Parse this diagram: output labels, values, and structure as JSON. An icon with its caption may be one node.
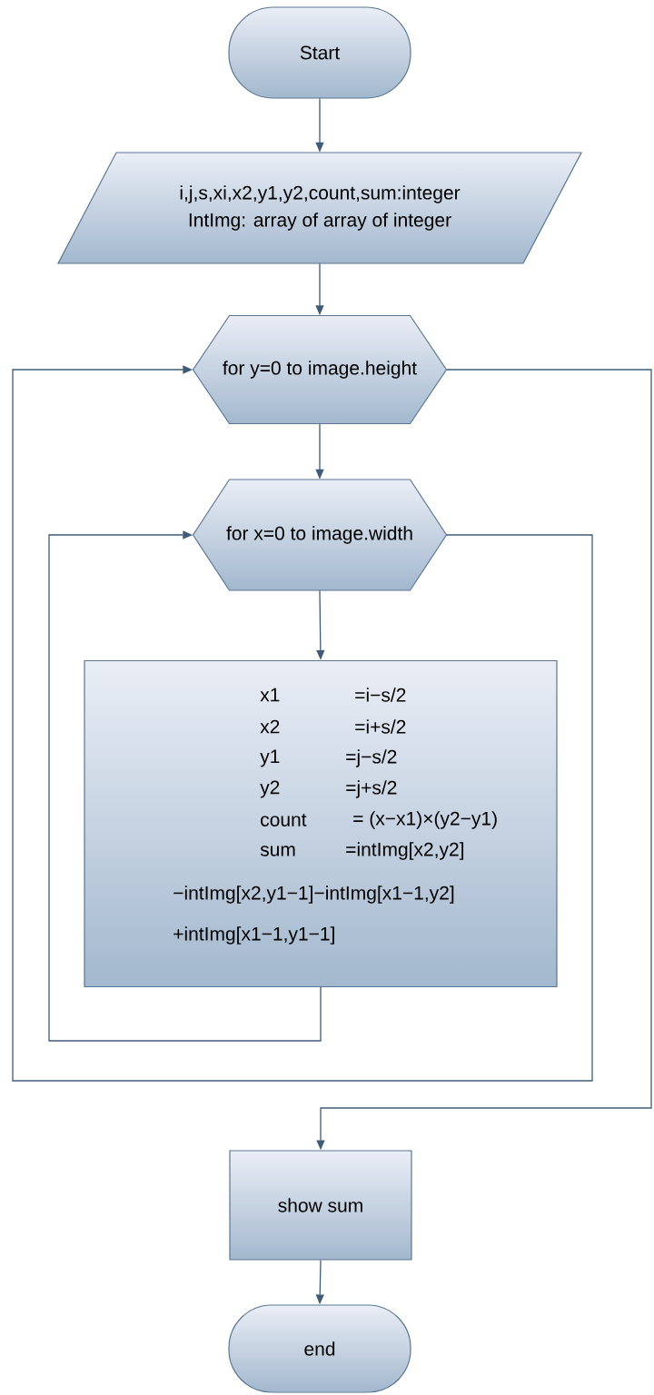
{
  "diagram": {
    "nodes": [
      {
        "text": [
          "Start"
        ]
      },
      {
        "text": [
          "i,j,s,xi,x2,y1,y2,count,sum:integer",
          "IntImg: array of array of integer"
        ]
      },
      {
        "text": [
          "for y=0 to image.height"
        ]
      },
      {
        "text": [
          "for x=0 to image.width"
        ]
      },
      {
        "text": [
          "x1",
          "=i−s/2",
          "x2",
          "=i+s/2",
          "y1",
          "=j−s/2",
          "y2",
          "=j+s/2",
          "count",
          "= (x−x1)×(y2−y1)",
          "sum",
          "=intImg[x2,y2]",
          "−intImg[x2,y1−1]−intImg[x1−1,y2]",
          "+intImg[x1−1,y1−1]"
        ]
      },
      {
        "text": [
          "show sum"
        ]
      },
      {
        "text": [
          "end"
        ]
      }
    ],
    "edges": [
      {
        "from": 0,
        "to": 1,
        "arrow": "to"
      },
      {
        "from": 1,
        "to": 2,
        "arrow": "to"
      },
      {
        "from": 2,
        "to": 3,
        "arrow": "to"
      },
      {
        "from": 3,
        "to": 4,
        "arrow": "to"
      },
      {
        "from": 4,
        "to": 3,
        "arrow": "to"
      },
      {
        "from": 3,
        "to": 2,
        "arrow": "to"
      },
      {
        "from": 2,
        "to": 5,
        "arrow": "to"
      },
      {
        "from": 5,
        "to": 6,
        "arrow": "to"
      }
    ]
  }
}
